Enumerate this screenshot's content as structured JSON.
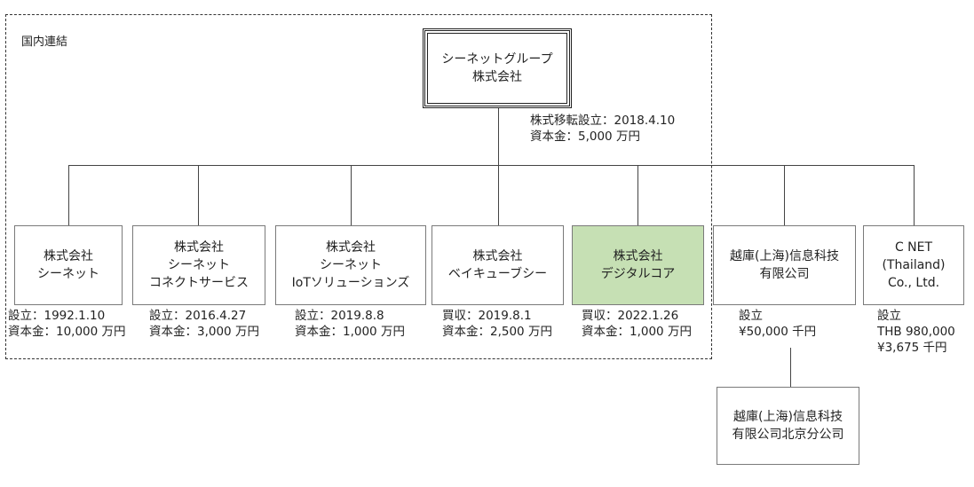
{
  "group_label": "国内連結",
  "parent": {
    "line1": "シーネットグループ",
    "line2": "株式会社",
    "info1": "株式移転設立：2018.4.10",
    "info2": "資本金：5,000 万円"
  },
  "subsidiaries": [
    {
      "lines": [
        "株式会社",
        "シーネット"
      ],
      "info": [
        "設立：1992.1.10",
        "資本金：10,000 万円"
      ],
      "highlight": false
    },
    {
      "lines": [
        "株式会社",
        "シーネット",
        "コネクトサービス"
      ],
      "info": [
        "設立：2016.4.27",
        "資本金：3,000 万円"
      ],
      "highlight": false
    },
    {
      "lines": [
        "株式会社",
        "シーネット",
        "IoTソリューションズ"
      ],
      "info": [
        "設立：2019.8.8",
        "資本金：1,000 万円"
      ],
      "highlight": false
    },
    {
      "lines": [
        "株式会社",
        "ベイキューブシー"
      ],
      "info": [
        "買収：2019.8.1",
        "資本金：2,500 万円"
      ],
      "highlight": false
    },
    {
      "lines": [
        "株式会社",
        "デジタルコア"
      ],
      "info": [
        "買収：2022.1.26",
        "資本金：1,000 万円"
      ],
      "highlight": true,
      "highlight_color": "#c6e0b4"
    },
    {
      "lines": [
        "越庫(上海)信息科技",
        "有限公司"
      ],
      "info": [
        "設立",
        "¥50,000 千円"
      ],
      "highlight": false
    },
    {
      "lines": [
        "C NET",
        "(Thailand)",
        "Co., Ltd."
      ],
      "info": [
        "設立",
        "THB 980,000",
        "¥3,675 千円"
      ],
      "highlight": false
    }
  ],
  "branch": {
    "lines": [
      "越庫(上海)信息科技",
      "有限公司北京分公司"
    ]
  }
}
